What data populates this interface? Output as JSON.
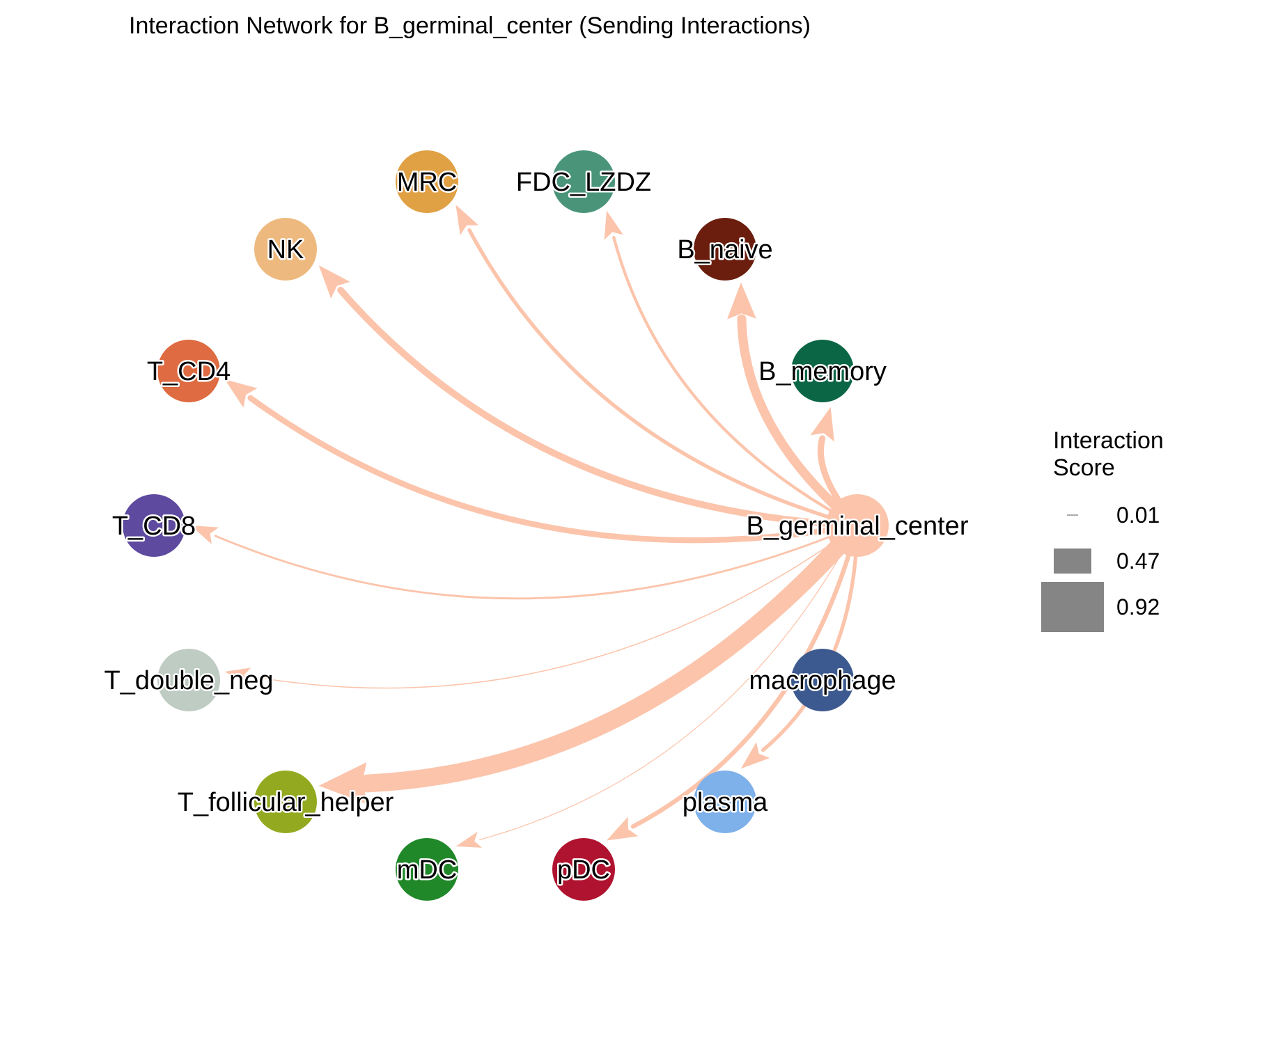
{
  "title": "Interaction Network for B_germinal_center (Sending Interactions)",
  "source_node": "B_germinal_center",
  "edge_color": "#FBC4AB",
  "nodes": [
    {
      "id": "MRC",
      "label": "MRC",
      "color": "#E0A044"
    },
    {
      "id": "FDC_LZDZ",
      "label": "FDC_LZDZ",
      "color": "#4A957A"
    },
    {
      "id": "B_naive",
      "label": "B_naive",
      "color": "#6B1E0E"
    },
    {
      "id": "NK",
      "label": "NK",
      "color": "#EDB97E"
    },
    {
      "id": "B_memory",
      "label": "B_memory",
      "color": "#0B6645"
    },
    {
      "id": "T_CD4",
      "label": "T_CD4",
      "color": "#DE6B41"
    },
    {
      "id": "T_CD8",
      "label": "T_CD8",
      "color": "#5E4A9E"
    },
    {
      "id": "B_germinal_center",
      "label": "B_germinal_center",
      "color": "#FBC4AB"
    },
    {
      "id": "T_double_neg",
      "label": "T_double_neg",
      "color": "#BFCCC4"
    },
    {
      "id": "macrophage",
      "label": "macrophage",
      "color": "#3C5A8F"
    },
    {
      "id": "T_follicular_helper",
      "label": "T_follicular_helper",
      "color": "#93AA20"
    },
    {
      "id": "plasma",
      "label": "plasma",
      "color": "#7EB0EA"
    },
    {
      "id": "mDC",
      "label": "mDC",
      "color": "#21882A"
    },
    {
      "id": "pDC",
      "label": "pDC",
      "color": "#B0132F"
    }
  ],
  "chart_data": {
    "type": "network",
    "title": "Interaction Network for B_germinal_center (Sending Interactions)",
    "source": "B_germinal_center",
    "edges": [
      {
        "target": "MRC",
        "score": 0.16
      },
      {
        "target": "FDC_LZDZ",
        "score": 0.12
      },
      {
        "target": "B_naive",
        "score": 0.45
      },
      {
        "target": "NK",
        "score": 0.32
      },
      {
        "target": "B_memory",
        "score": 0.3
      },
      {
        "target": "T_CD4",
        "score": 0.27
      },
      {
        "target": "T_CD8",
        "score": 0.07
      },
      {
        "target": "T_double_neg",
        "score": 0.02
      },
      {
        "target": "T_follicular_helper",
        "score": 0.92
      },
      {
        "target": "plasma",
        "score": 0.16
      },
      {
        "target": "mDC",
        "score": 0.01
      },
      {
        "target": "pDC",
        "score": 0.2
      }
    ],
    "legend": {
      "title_lines": [
        "Interaction",
        "Score"
      ],
      "entries": [
        {
          "label": "0.01",
          "score": 0.01
        },
        {
          "label": "0.47",
          "score": 0.47
        },
        {
          "label": "0.92",
          "score": 0.92
        }
      ],
      "placement": "right"
    }
  }
}
